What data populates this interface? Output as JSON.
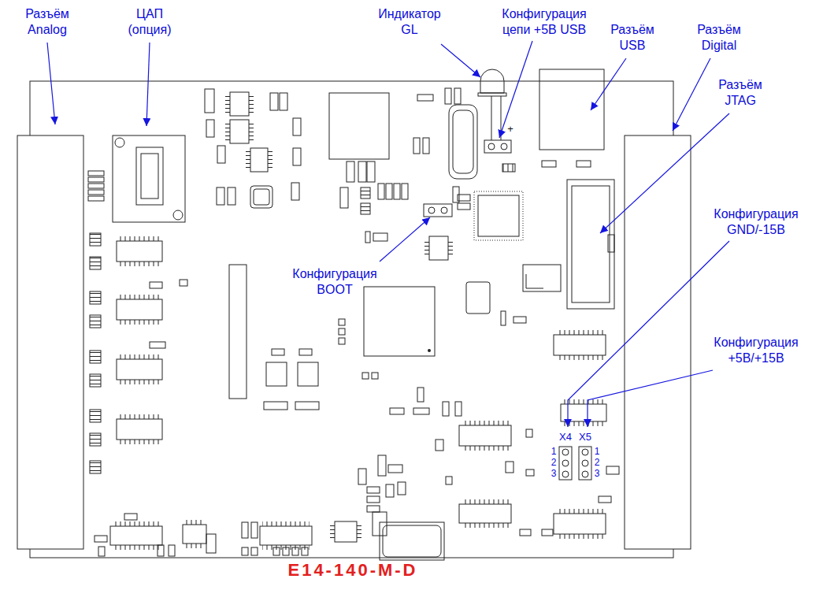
{
  "diagram": {
    "caption": "E14-140-M-D",
    "labels": [
      "Разъём Analog",
      "ЦАП (опция)",
      "Индикатор GL",
      "Конфигурация цепи +5В USB",
      "Разъём USB",
      "Разъём Digital",
      "Разъём JTAG",
      "Конфигурация GND/-15В",
      "Конфигурация +5В/+15В",
      "Конфигурация BOOT",
      "X4",
      "X5",
      "1",
      "2",
      "3",
      "1",
      "2",
      "3",
      "+"
    ]
  }
}
